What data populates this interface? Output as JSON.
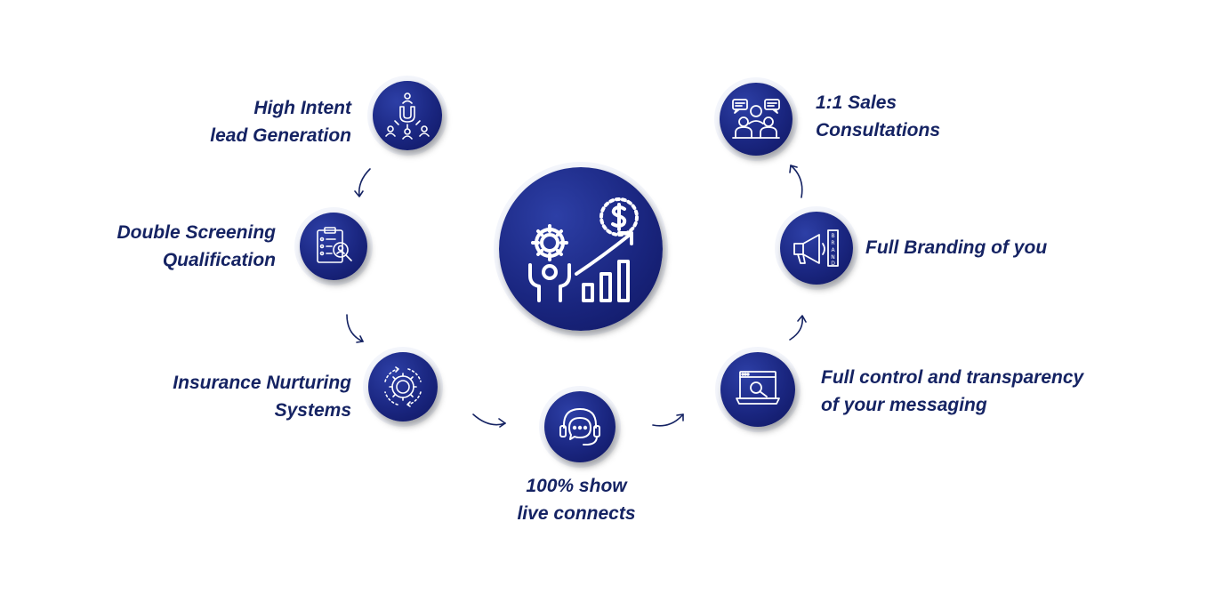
{
  "steps": {
    "lead_gen": {
      "line1": "High Intent",
      "line2": "lead Generation"
    },
    "screening": {
      "line1": "Double Screening",
      "line2": "Qualification"
    },
    "nurturing": {
      "line1": "Insurance Nurturing",
      "line2": "Systems"
    },
    "connects": {
      "line1": "100% show",
      "line2": "live connects"
    },
    "transparency": {
      "line1": "Full control and transparency",
      "line2": "of your messaging"
    },
    "branding": {
      "line1": "Full Branding of you"
    },
    "sales": {
      "line1": "1:1 Sales",
      "line2": "Consultations"
    }
  },
  "icons": {
    "center": "growth-chart-icon",
    "lead_gen": "lead-magnet-icon",
    "screening": "clipboard-search-icon",
    "nurturing": "gear-cycle-icon",
    "connects": "headset-chat-icon",
    "transparency": "laptop-search-icon",
    "branding": "megaphone-brand-icon",
    "sales": "consultation-icon"
  },
  "colors": {
    "node": "#1a2680",
    "text": "#152363",
    "arrow": "#152363"
  }
}
